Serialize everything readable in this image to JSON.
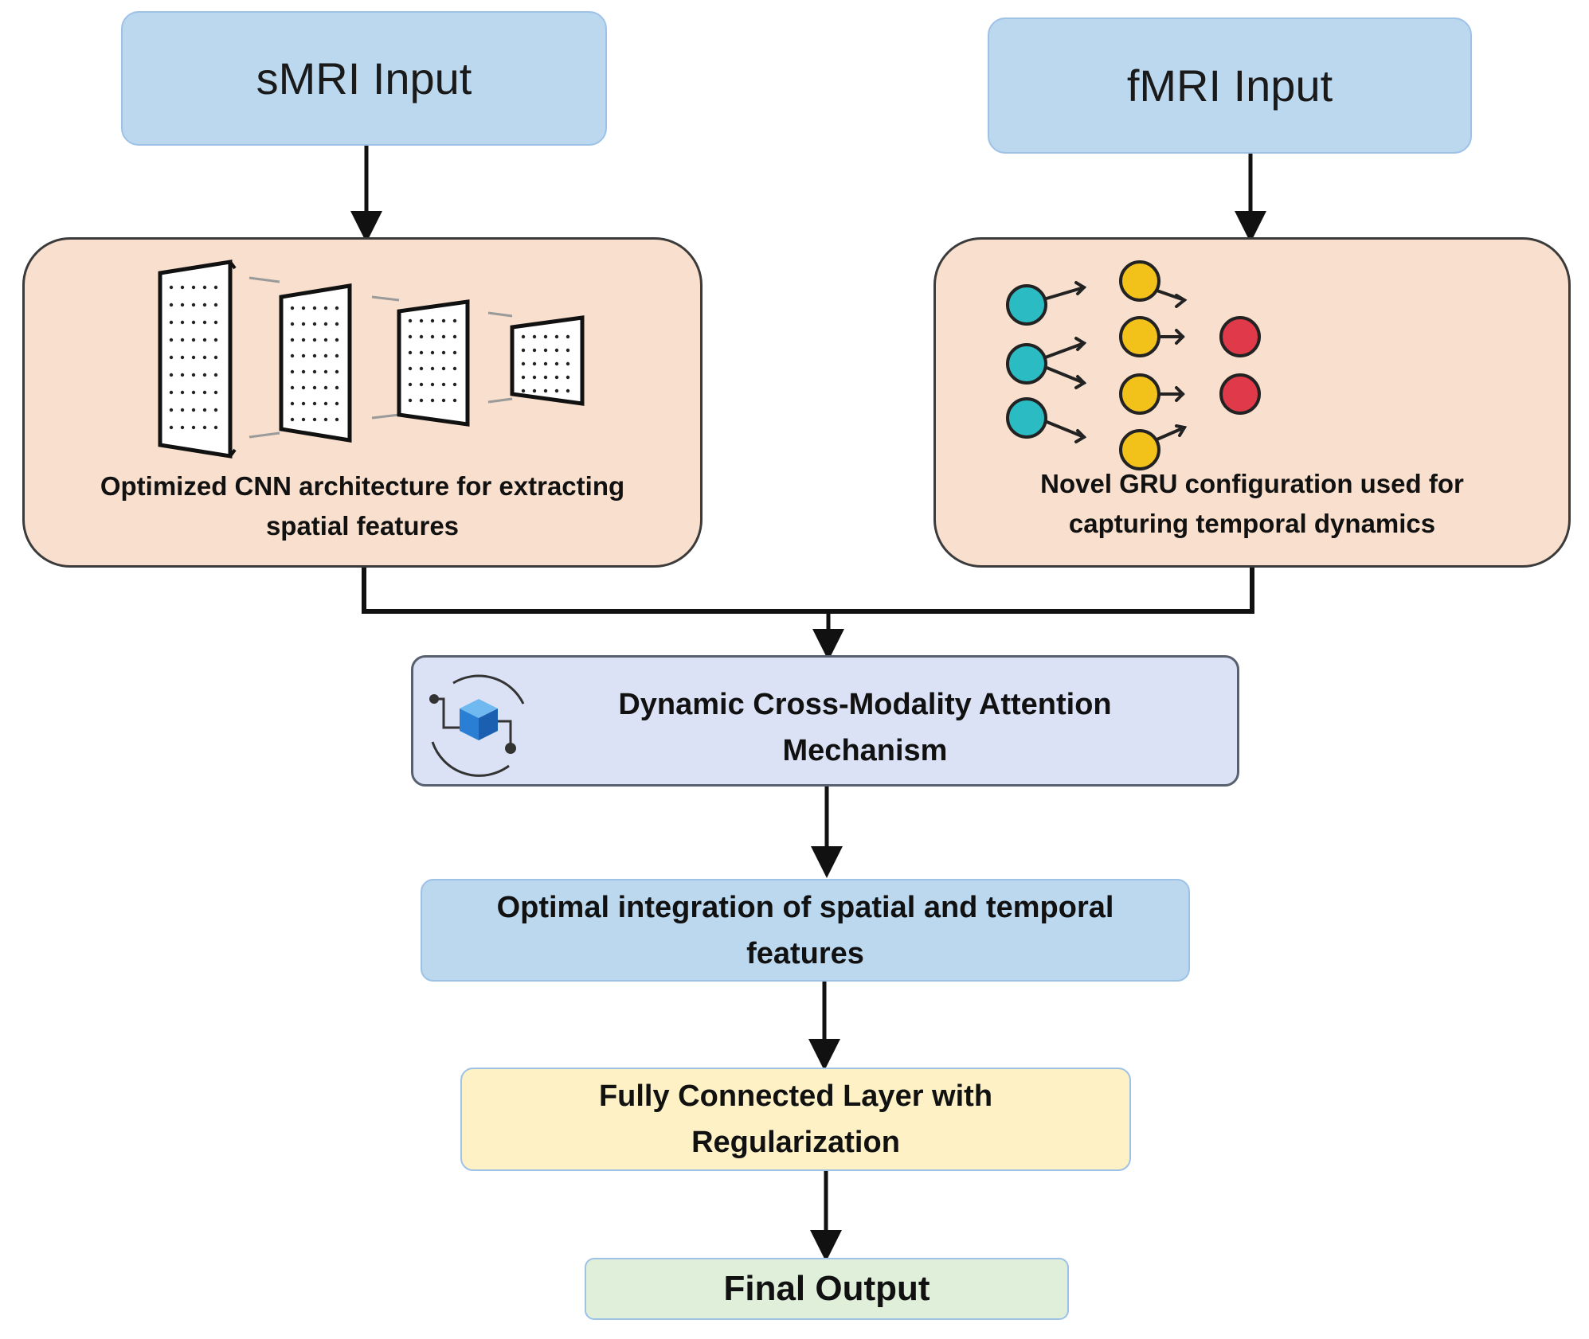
{
  "inputs": {
    "smri": "sMRI Input",
    "fmri": "fMRI Input"
  },
  "modules": {
    "cnn_line1": "Optimized CNN architecture for extracting",
    "cnn_line2": "spatial features",
    "gru_line1": "Novel GRU configuration used for",
    "gru_line2": "capturing temporal dynamics"
  },
  "attention": {
    "line1": "Dynamic Cross-Modality Attention",
    "line2": "Mechanism"
  },
  "integration": {
    "line1": "Optimal integration of spatial and temporal",
    "line2": "features"
  },
  "fully_connected": {
    "line1": "Fully Connected Layer with",
    "line2": "Regularization"
  },
  "output": {
    "label": "Final Output"
  },
  "colors": {
    "input_fill": "#bcd8ef",
    "module_fill": "#f9dfcd",
    "attention_fill": "#dbe2f5",
    "fc_fill": "#fdf1c5",
    "output_fill": "#dfefd9",
    "gru_input_node": "#2bbcc3",
    "gru_hidden_node": "#f2c21b",
    "gru_output_node": "#e03a4a"
  }
}
